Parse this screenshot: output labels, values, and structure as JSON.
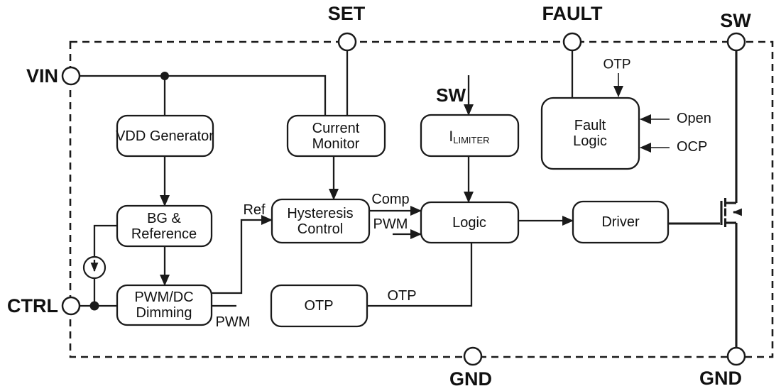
{
  "figure": {
    "type": "ic-functional-block-diagram",
    "colors": {
      "line": "#1a1a1a",
      "background": "#ffffff"
    },
    "pins": {
      "vin": "VIN",
      "ctrl": "CTRL",
      "set": "SET",
      "fault": "FAULT",
      "sw": "SW",
      "gnd_left": "GND",
      "gnd_right": "GND"
    },
    "blocks": {
      "vdd_generator": {
        "label": "VDD Generator"
      },
      "current_monitor": {
        "line1": "Current",
        "line2": "Monitor"
      },
      "i_limiter": {
        "symbol": "I",
        "subscript": "LIMITER"
      },
      "fault_logic": {
        "line1": "Fault",
        "line2": "Logic"
      },
      "bg_reference": {
        "line1": "BG &",
        "line2": "Reference"
      },
      "hysteresis_control": {
        "line1": "Hysteresis",
        "line2": "Control"
      },
      "logic": {
        "label": "Logic"
      },
      "driver": {
        "label": "Driver"
      },
      "pwm_dc_dimming": {
        "line1": "PWM/DC",
        "line2": "Dimming"
      },
      "otp": {
        "label": "OTP"
      }
    },
    "signals": {
      "sw_input": "SW",
      "otp_input": "OTP",
      "open_input": "Open",
      "ocp_input": "OCP",
      "ref": "Ref",
      "comp": "Comp",
      "pwm_to_logic": "PWM",
      "pwm_output": "PWM",
      "otp_wire": "OTP"
    }
  }
}
